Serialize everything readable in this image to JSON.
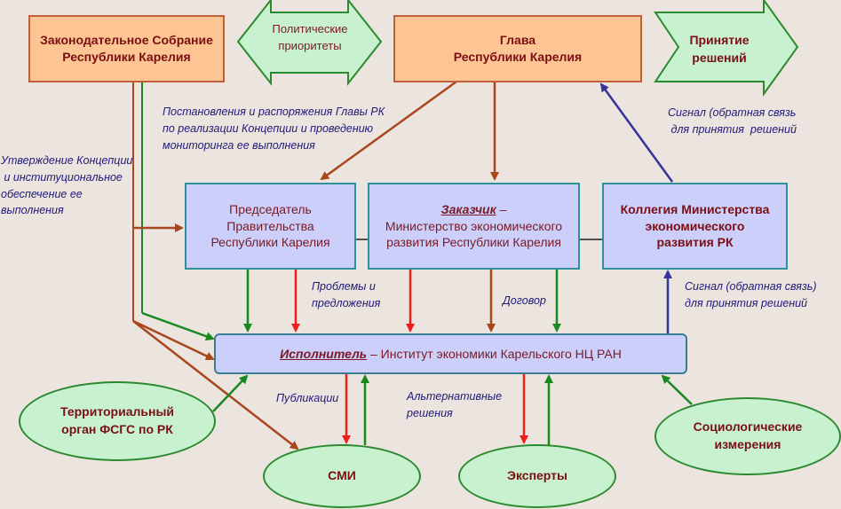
{
  "nodes": {
    "legislature": {
      "line1": "Законодательное Собрание",
      "line2": "Республики Карелия"
    },
    "political_priorities": {
      "line1": "Политические",
      "line2": "приоритеты"
    },
    "head": {
      "line1": "Глава",
      "line2": "Республики Карелия"
    },
    "decision_making": {
      "line1": "Принятие",
      "line2": "решений"
    },
    "chairman": {
      "line1": "Председатель",
      "line2": "Правительства",
      "line3": "Республики Карелия"
    },
    "customer": {
      "role": "Заказчик",
      "dash": " –",
      "line2": "Министерство экономического",
      "line3": "развития Республики Карелия"
    },
    "collegium": {
      "line1": "Коллегия Министерства",
      "line2": "экономического",
      "line3": "развития РК"
    },
    "executor": {
      "role": "Исполнитель",
      "rest": " – Институт экономики Карельского НЦ РАН"
    },
    "fsgs": {
      "line1": "Территориальный",
      "line2": "орган ФСГС по РК"
    },
    "media": {
      "line1": "СМИ"
    },
    "experts": {
      "line1": "Эксперты"
    },
    "sociology": {
      "line1": "Социологические",
      "line2": "измерения"
    }
  },
  "labels": {
    "resolutions": [
      "Постановления и распоряжения Главы РК",
      "по реализации Концепции и проведению",
      "мониторинга ее выполнения"
    ],
    "approval": [
      "Утверждение Концепции",
      " и институциональное",
      "обеспечение ее",
      "выполнения"
    ],
    "signal_top": [
      "Сигнал (обратная связь",
      " для принятия  решений"
    ],
    "signal_bottom": [
      "Сигнал (обратная связь)",
      "для принятия решений"
    ],
    "problems": [
      "Проблемы и",
      "предложения"
    ],
    "contract": [
      "Договор"
    ],
    "publications": [
      "Публикации"
    ],
    "alternatives": [
      "Альтернативные",
      "решения"
    ]
  },
  "colors": {
    "background": "#ece4df",
    "orange_fill": "#fdc593",
    "blue_fill": "#cccff9",
    "green_fill": "#c8f1cf",
    "title_text": "#7a0f14",
    "label_text": "#1f1a78",
    "arrow_brown": "#a8461c",
    "arrow_red": "#ee1c1c",
    "arrow_green": "#17891f",
    "arrow_navy": "#34349a"
  }
}
